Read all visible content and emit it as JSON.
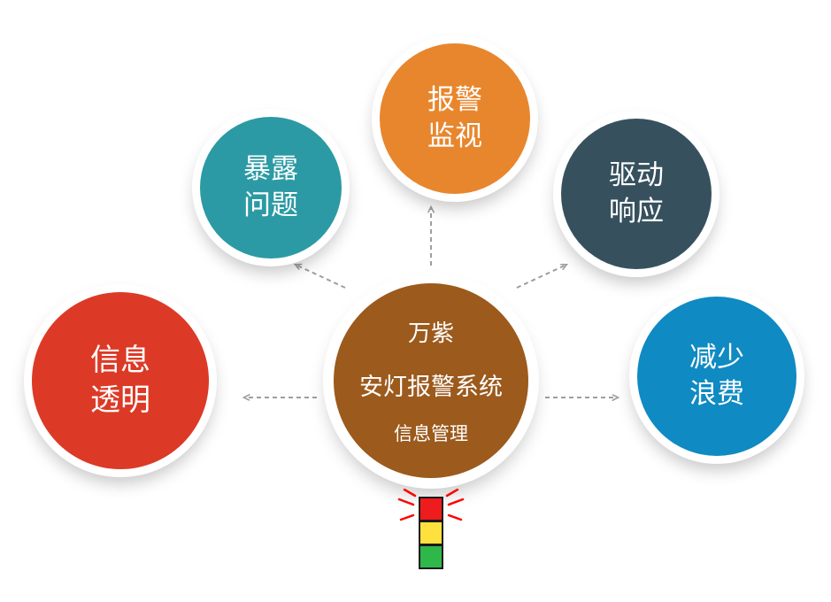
{
  "diagram": {
    "background": "#ffffff",
    "arrow_color": "#9e9e9e",
    "center": {
      "lines": [
        "万紫",
        "安灯报警系统",
        "信息管理"
      ],
      "color": "#9c5a1d"
    },
    "nodes": [
      {
        "id": "info-transparency",
        "lines": [
          "信息",
          "透明"
        ],
        "color": "#dc3a26"
      },
      {
        "id": "expose-problems",
        "lines": [
          "暴露",
          "问题"
        ],
        "color": "#2b9aa4"
      },
      {
        "id": "alarm-monitoring",
        "lines": [
          "报警",
          "监视"
        ],
        "color": "#e8862d"
      },
      {
        "id": "drive-response",
        "lines": [
          "驱动",
          "响应"
        ],
        "color": "#36505e"
      },
      {
        "id": "reduce-waste",
        "lines": [
          "减少",
          "浪费"
        ],
        "color": "#0f8ac2"
      }
    ],
    "andon_light": {
      "segments": [
        "#ee1c1c",
        "#ffe13e",
        "#2eb84a"
      ],
      "ray_color": "#ff0000",
      "outline": "#1a1a1a"
    }
  }
}
